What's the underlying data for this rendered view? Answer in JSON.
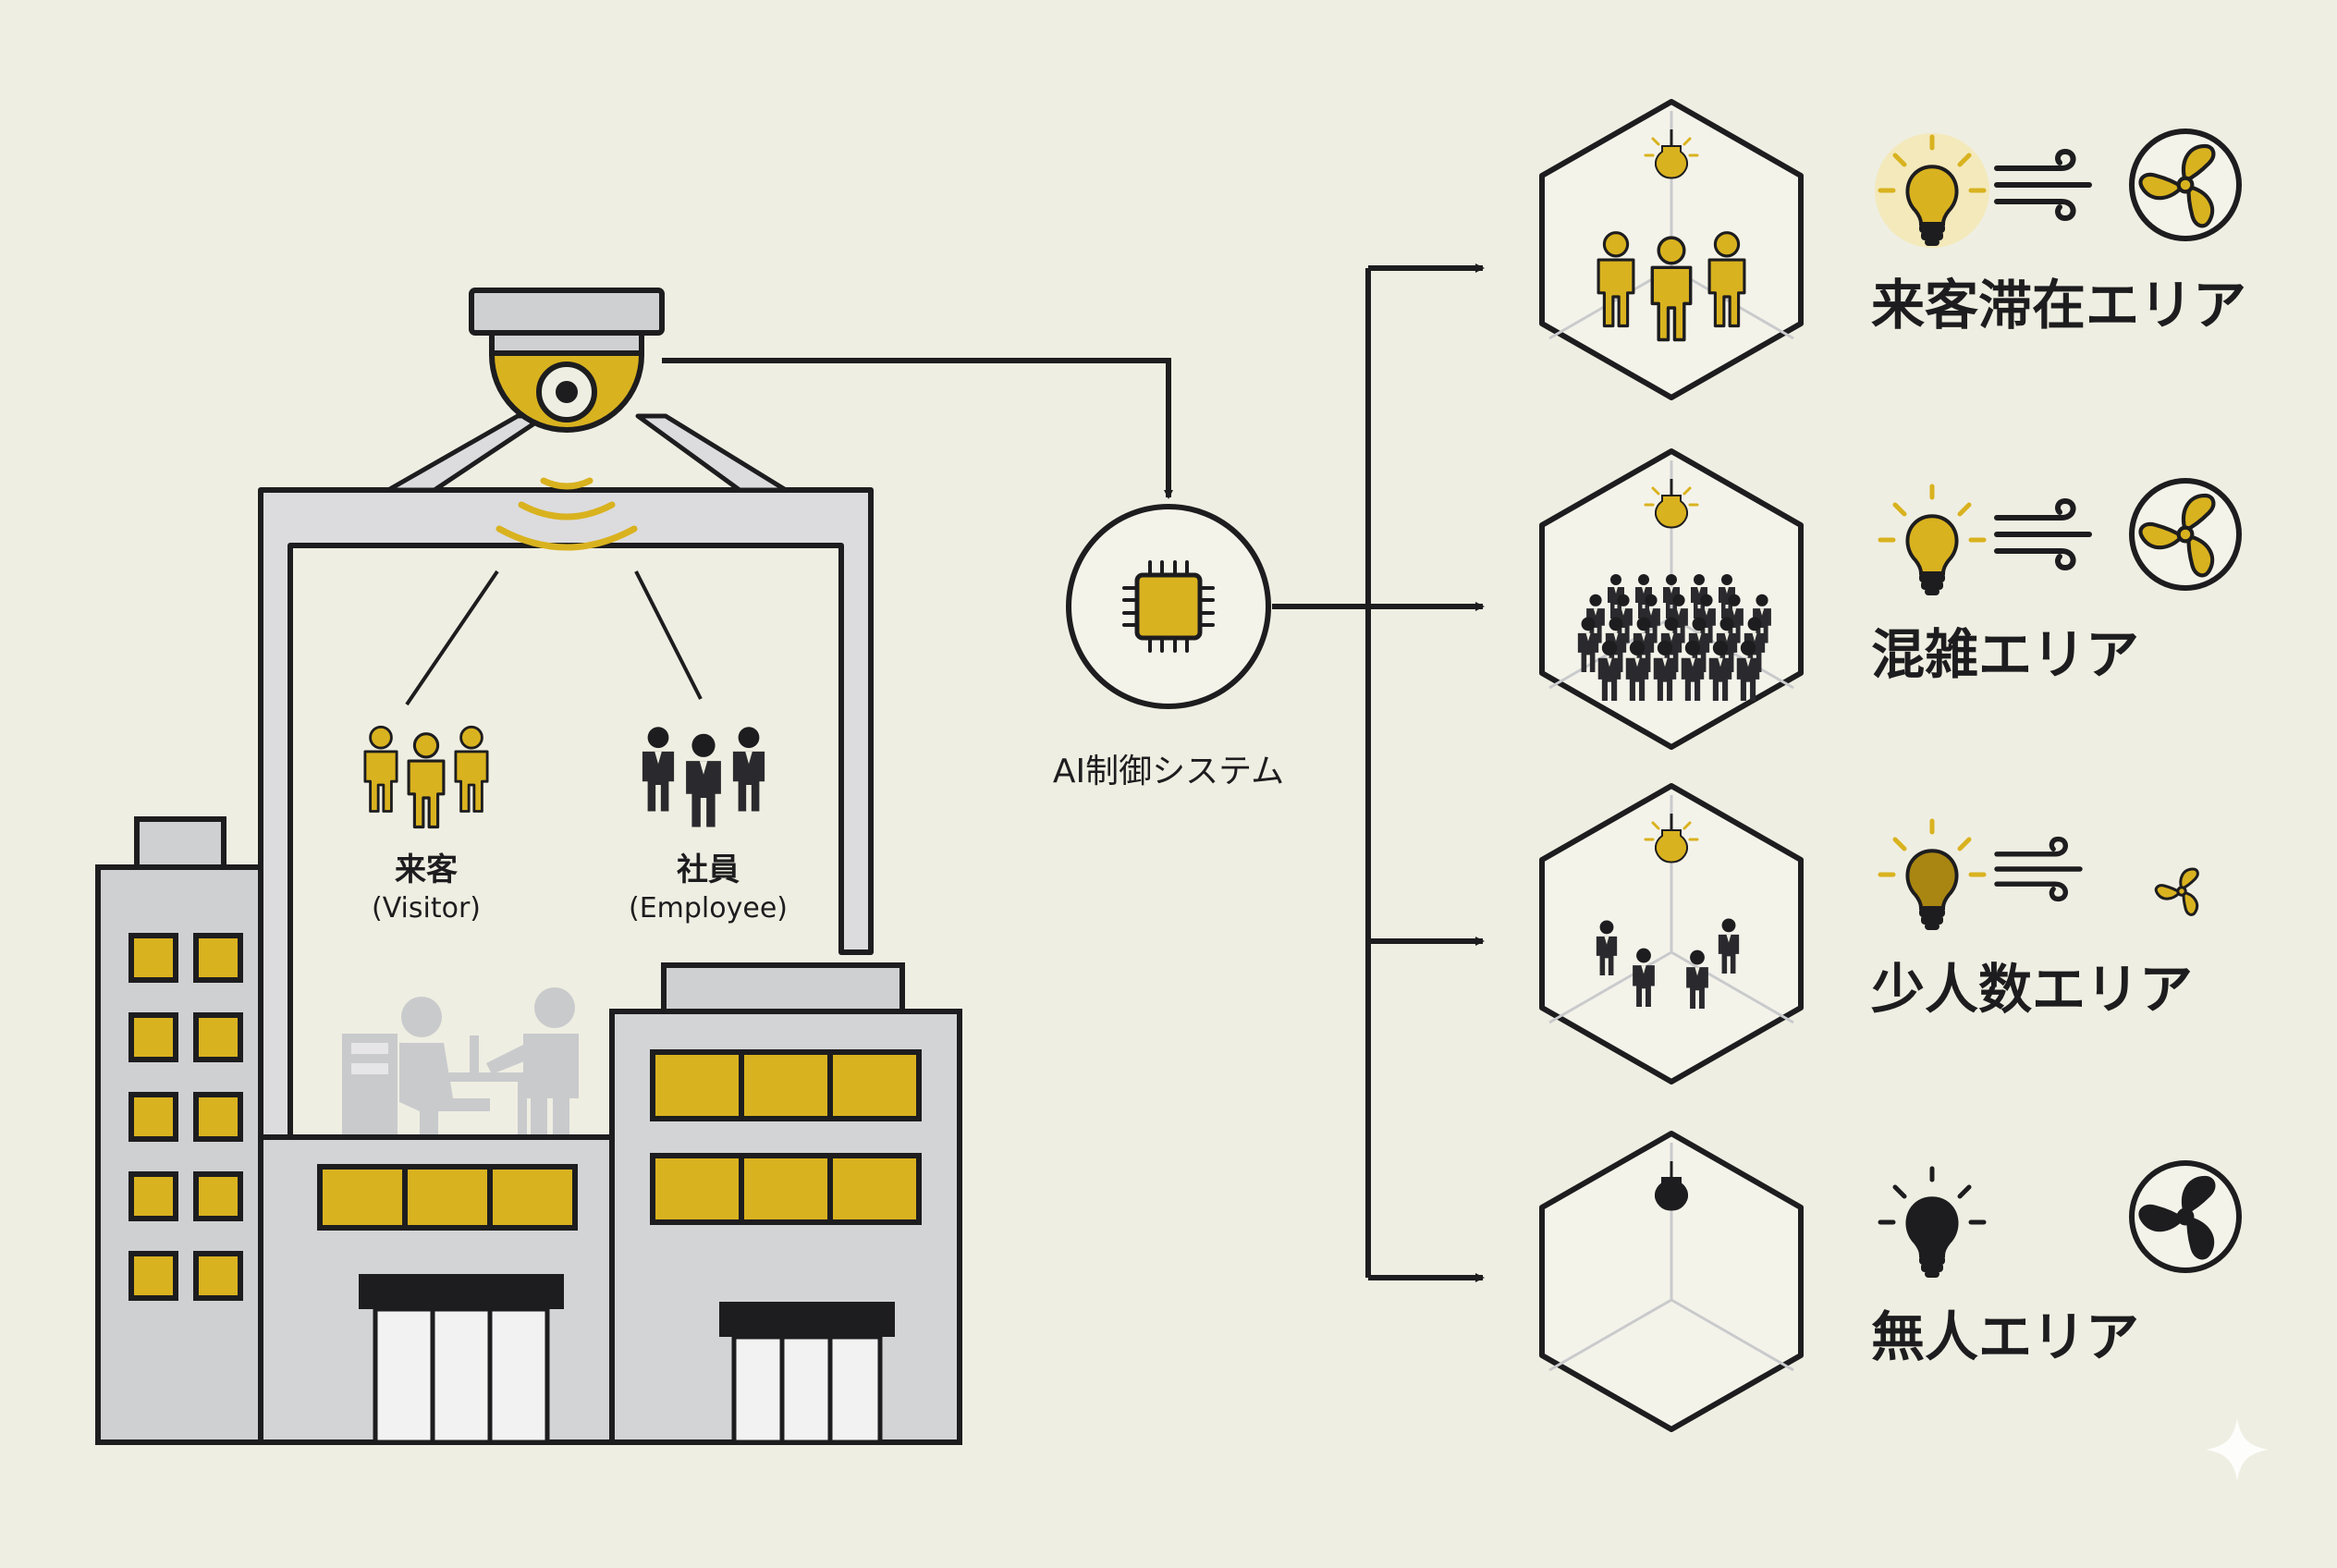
{
  "colors": {
    "background": "#efeee2",
    "gold": "#d9b21f",
    "gold_dark": "#a98612",
    "ink": "#1d1d1f",
    "building_gray": "#cfd0d2",
    "building_light": "#e6e6e8",
    "people_gray": "#c9cacc"
  },
  "camera": {
    "icon": "security-camera-icon"
  },
  "building": {
    "visitor_label": "来客",
    "visitor_sub": "(Visitor)",
    "employee_label": "社員",
    "employee_sub": "(Employee)"
  },
  "ai_system": {
    "label": "AI制御システム",
    "icon": "cpu-chip-icon"
  },
  "areas": [
    {
      "label": "来客滞在エリア",
      "people": "visitors-icon",
      "light": "bulb-bright-icon",
      "fan": "fan-icon",
      "level": 1.0
    },
    {
      "label": "混雑エリア",
      "people": "crowd-icon",
      "light": "bulb-on-icon",
      "fan": "fan-icon",
      "level": 0.85
    },
    {
      "label": "少人数エリア",
      "people": "few-people-icon",
      "light": "bulb-dim-icon",
      "fan": "fan-small-icon",
      "level": 0.5
    },
    {
      "label": "無人エリア",
      "people": "",
      "light": "bulb-off-icon",
      "fan": "fan-off-icon",
      "level": 0.0
    }
  ],
  "watermark": {
    "icon": "sparkle-icon"
  }
}
